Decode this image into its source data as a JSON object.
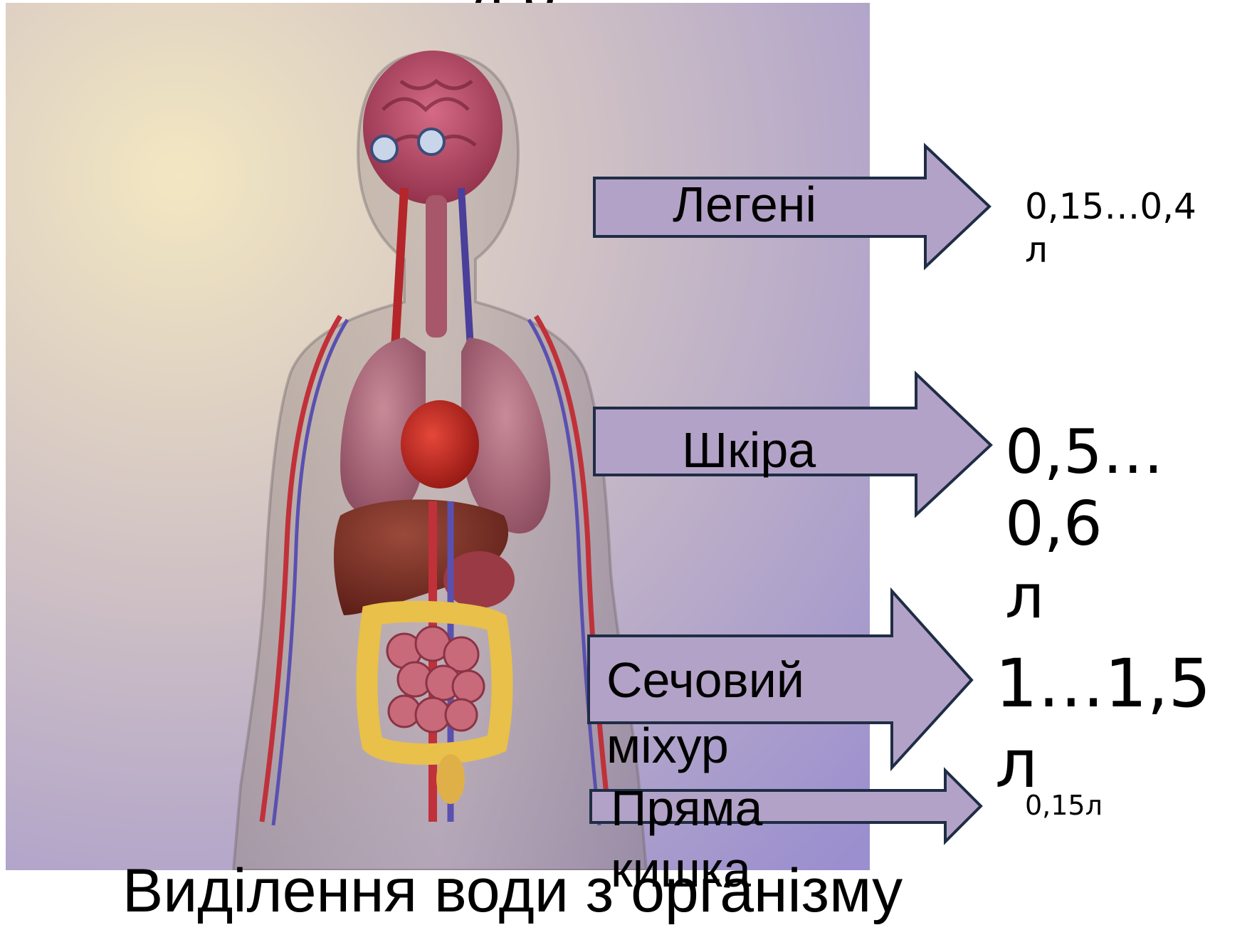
{
  "slide": {
    "caption": "Виділення води з організму",
    "top_heading_fragment": "д р"
  },
  "image": {
    "subject": "human-anatomy-organs-icon"
  },
  "outputs": [
    {
      "organ": "Легені",
      "organ_lines": [
        "Легені"
      ],
      "amount_lines": [
        "0,15…0,4",
        "л"
      ]
    },
    {
      "organ": "Шкіра",
      "organ_lines": [
        "Шкіра"
      ],
      "amount_lines": [
        "0,5…0,6",
        "л"
      ]
    },
    {
      "organ": "Сечовий міхур",
      "organ_lines": [
        "Сечовий",
        "міхур"
      ],
      "amount_lines": [
        "1…1,5",
        "л"
      ]
    },
    {
      "organ": "Пряма кишка",
      "organ_lines": [
        "Пряма",
        "кишка"
      ],
      "amount_lines": [
        "0,15л"
      ]
    }
  ],
  "colors": {
    "arrow_fill": "#b3a2c7",
    "arrow_stroke": "#1f2d45"
  }
}
